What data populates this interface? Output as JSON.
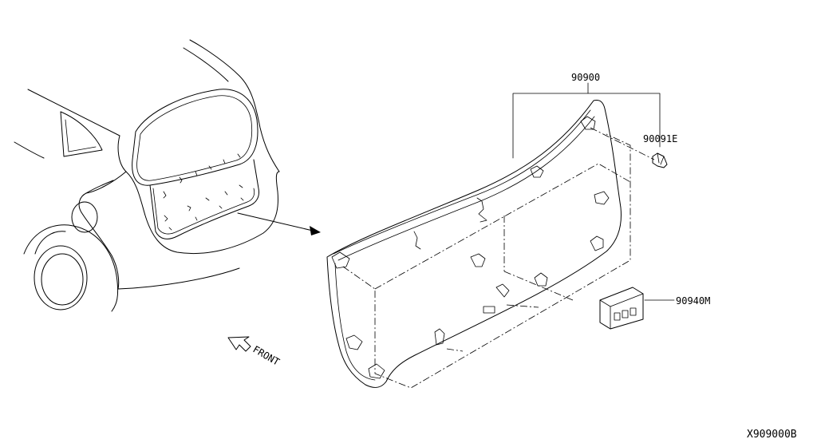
{
  "callouts": {
    "trim_panel": "90900",
    "clip": "90091E",
    "handle": "90940M"
  },
  "direction_label": "FRONT",
  "diagram_id": "X909000B"
}
